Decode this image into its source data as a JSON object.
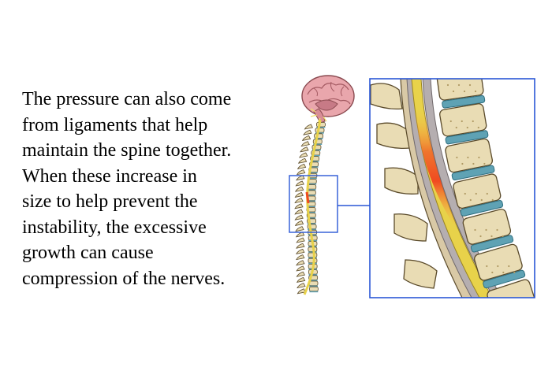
{
  "text": {
    "lines": [
      "The pressure can also come",
      "from ligaments that help",
      "maintain the spine together.",
      "When these increase in",
      "size to help prevent the",
      "instability, the excessive",
      "growth can cause",
      "compression of the nerves."
    ]
  },
  "colors": {
    "callout_frame": "#2a57d6",
    "bone": "#e9dcb4",
    "bone_outline": "#5a4a2a",
    "disc": "#5fa2b4",
    "spinal_cord": "#e8d24a",
    "inflammation": "#f04a20",
    "brain": "#e9a6ac",
    "dura": "#b5aeb0"
  },
  "icons": [
    "nervous-system-illustration",
    "spine-closeup-illustration"
  ]
}
